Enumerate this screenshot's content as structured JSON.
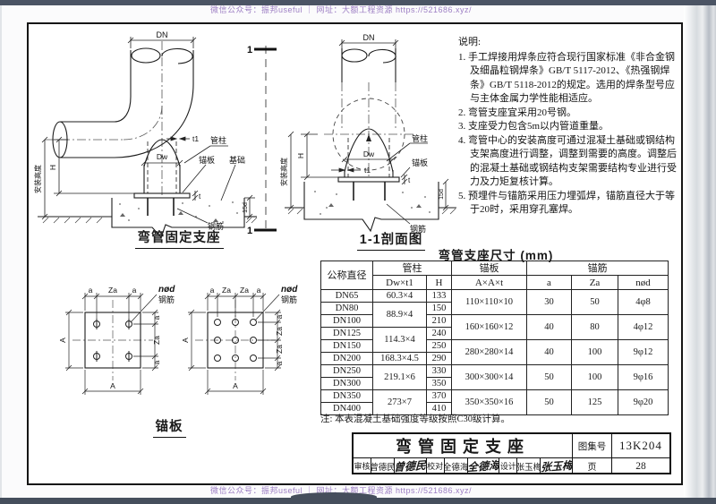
{
  "watermark": {
    "top": "微信公众号：振邦useful ｜ 网址：大额工程资源 https://521686.xyz/",
    "bottom": "微信公众号：振邦useful ｜ 网址：大额工程资源 https://521686.xyz/"
  },
  "colors": {
    "watermark": "#9d7fc4",
    "strip": "#4b5464",
    "line": "#1c1c1c"
  },
  "drawings": {
    "elevation_caption": "弯管固定支座",
    "section_caption": "1-1剖面图",
    "anchor_caption": "锚板",
    "section_mark": "1",
    "labels": {
      "dn": "DN",
      "pipe_column": "管柱",
      "anchor_plate": "锚板",
      "foundation": "基础",
      "rebar": "钢筋",
      "dw": "Dw",
      "t1": "t1",
      "t": "t",
      "d15": "15d",
      "h": "H",
      "install_height": "安装高度",
      "a": "a",
      "za": "Za",
      "A": "A",
      "nod": "nød"
    }
  },
  "notes": {
    "title": "说明:",
    "items": [
      "1. 手工焊接用焊条应符合现行国家标准《非合金钢及细晶粒钢焊条》GB/T 5117-2012、《热强钢焊条》GB/T 5118-2012的规定。选用的焊条型号应与主体金属力学性能相适应。",
      "2. 弯管支座宜采用20号钢。",
      "3. 支座受力包含5m以内管道重量。",
      "4. 弯管中心的安装高度可通过混凝土基础或钢结构支架高度进行调整，调整到需要的高度。调整后的混凝土基础或钢结构支架需要结构专业进行受力及力矩复核计算。",
      "5. 预埋件与锚筋采用压力埋弧焊，锚筋直径大于等于20时，采用穿孔塞焊。"
    ]
  },
  "size_table": {
    "title": "弯管支座尺寸 (mm)",
    "headers": {
      "dn": "公称直径",
      "pipe": "管柱",
      "dwt1": "Dw×t1",
      "h": "H",
      "plate": "锚板",
      "plate_dim": "A×A×t",
      "anchor": "锚筋",
      "a": "a",
      "za": "Za",
      "nod": "nød"
    },
    "rows": [
      {
        "dn": "DN65",
        "dwt1": "60.3×4",
        "h": "133",
        "plate": "110×110×10",
        "a": "30",
        "za": "50",
        "nod": "4φ8"
      },
      {
        "dn": "DN80",
        "dwt1": "88.9×4",
        "h": "150"
      },
      {
        "dn": "DN100",
        "h": "210",
        "plate": "160×160×12",
        "a": "40",
        "za": "80",
        "nod": "4φ12"
      },
      {
        "dn": "DN125",
        "dwt1": "114.3×4",
        "h": "240"
      },
      {
        "dn": "DN150",
        "h": "250",
        "plate": "280×280×14",
        "a": "40",
        "za": "100",
        "nod": "9φ12"
      },
      {
        "dn": "DN200",
        "dwt1": "168.3×4.5",
        "h": "290"
      },
      {
        "dn": "DN250",
        "dwt1": "219.1×6",
        "h": "330",
        "plate": "300×300×14",
        "a": "50",
        "za": "100",
        "nod": "9φ16"
      },
      {
        "dn": "DN300",
        "h": "350"
      },
      {
        "dn": "DN350",
        "dwt1": "273×7",
        "h": "370",
        "plate": "350×350×16",
        "a": "50",
        "za": "125",
        "nod": "9φ20"
      },
      {
        "dn": "DN400",
        "h": "410"
      }
    ],
    "note": "注: 本表混凝土基础强度等级按照C30级计算。"
  },
  "title_block": {
    "title": "弯管固定支座",
    "atlas_label": "图集号",
    "atlas_no": "13K204",
    "page_label": "页",
    "page_no": "28",
    "review_label": "审核",
    "reviewer": "曾德民",
    "reviewer_sig": "曾德民",
    "check_label": "校对",
    "checker": "全德海",
    "checker_sig": "全德海",
    "design_label": "设计",
    "designer": "张玉梅",
    "designer_sig": "张玉梅"
  }
}
